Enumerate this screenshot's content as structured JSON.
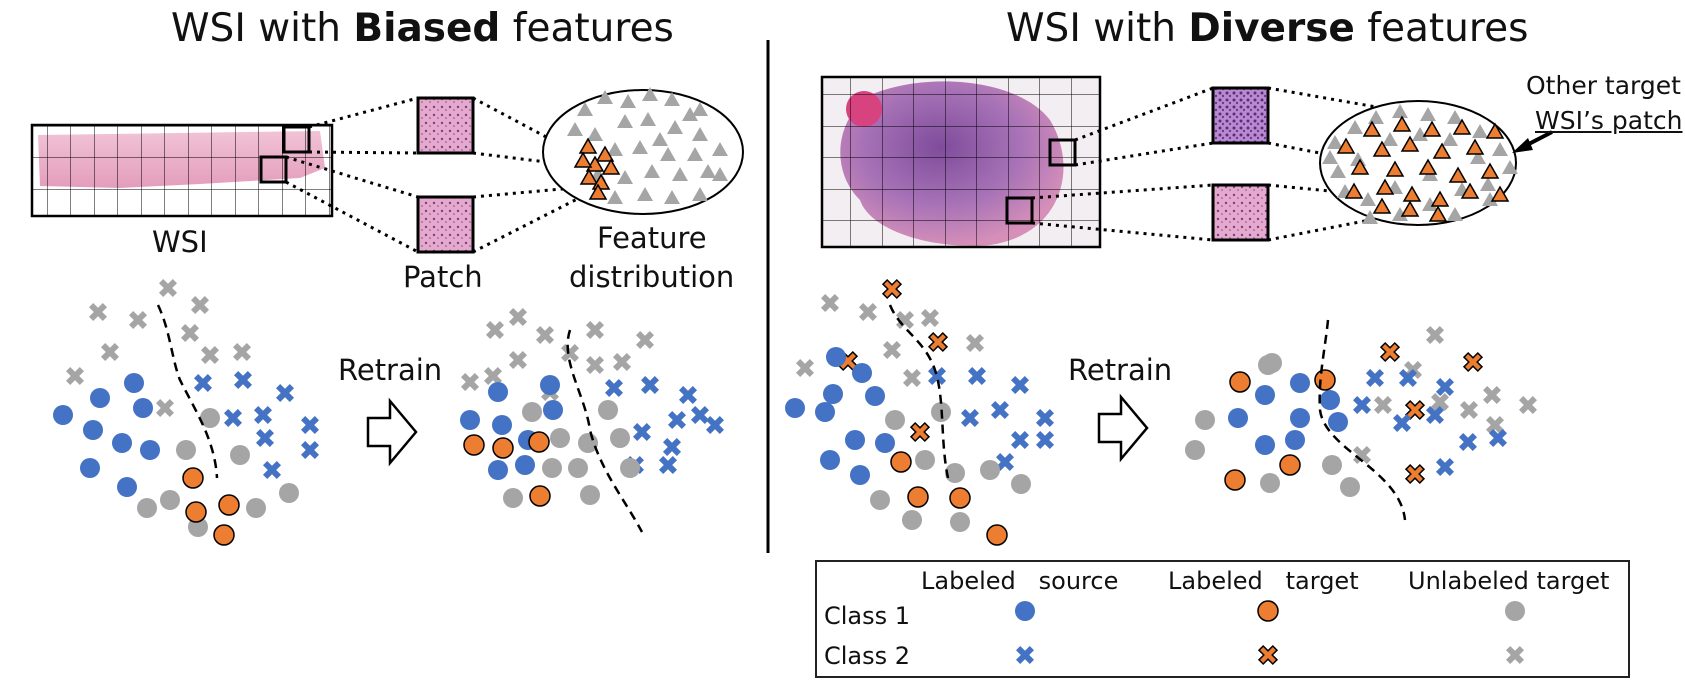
{
  "left_panel": {
    "title_prefix": "WSI with ",
    "title_bold": "Biased",
    "title_suffix": " features",
    "wsi_label": "WSI",
    "patch_label": "Patch",
    "feature_label_line1": "Feature",
    "feature_label_line2": "distribution",
    "retrain_label": "Retrain"
  },
  "right_panel": {
    "title_prefix": "WSI with ",
    "title_bold": "Diverse",
    "title_suffix": " features",
    "other_target_line1": "Other target",
    "other_target_line2": "WSI’s patch",
    "retrain_label": "Retrain"
  },
  "legend": {
    "col_headers": [
      "Labeled   source",
      "Labeled   target",
      "Unlabeled target"
    ],
    "rows": [
      "Class 1",
      "Class 2"
    ]
  },
  "colors": {
    "blue": "#4472C4",
    "orange": "#ED7D31",
    "gray": "#A5A5A5",
    "tissue_pink": "#E8A7C2",
    "tissue_purple": "#8E5FA8"
  }
}
